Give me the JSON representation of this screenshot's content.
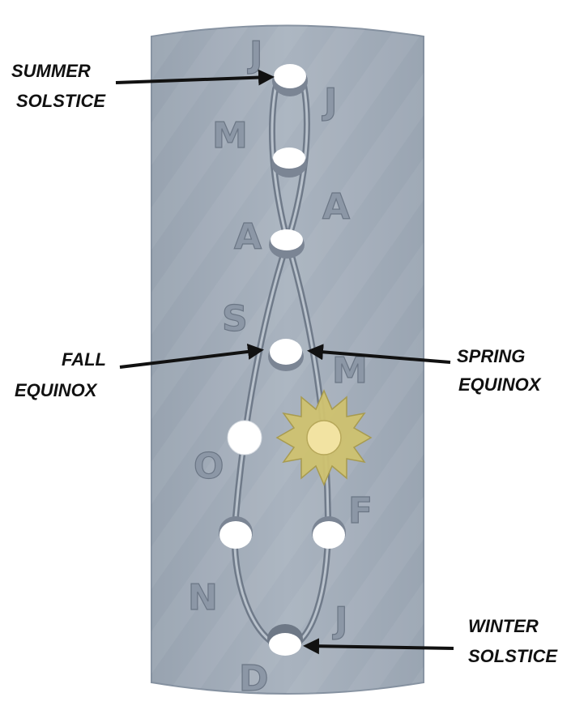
{
  "labels": {
    "summer": [
      "SUMMER",
      "SOLSTICE"
    ],
    "fall": [
      "FALL",
      "EQUINOX"
    ],
    "spring": [
      "SPRING",
      "EQUINOX"
    ],
    "winter": [
      "WINTER",
      "SOLSTICE"
    ]
  },
  "months": {
    "jun": "J",
    "jul": "J",
    "may": "M",
    "aug": "A",
    "apr": "A",
    "sep": "S",
    "mar": "M",
    "oct": "O",
    "feb": "F",
    "nov": "N",
    "jan": "J",
    "dec": "D"
  },
  "colors": {
    "plate": "#a6b0bc",
    "plate_edge": "#8a95a3",
    "curve": "#7d8896",
    "hole": "#ffffff",
    "sun": "#cdbf6a",
    "sun_core": "#f3e3a0",
    "arrow": "#111111"
  }
}
